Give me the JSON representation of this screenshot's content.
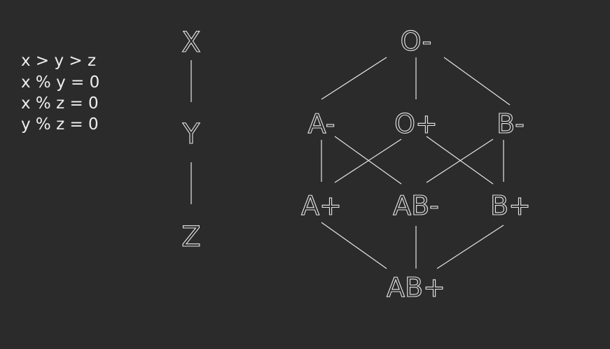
{
  "rules": [
    "x > y > z",
    "x % y = 0",
    "x % z = 0",
    "y % z = 0"
  ],
  "chain": {
    "nodes": [
      {
        "id": "X",
        "label": "X"
      },
      {
        "id": "Y",
        "label": "Y"
      },
      {
        "id": "Z",
        "label": "Z"
      }
    ],
    "edges": [
      [
        "X",
        "Y"
      ],
      [
        "Y",
        "Z"
      ]
    ]
  },
  "lattice": {
    "nodes": [
      {
        "id": "Ominus",
        "label": "O-"
      },
      {
        "id": "Aminus",
        "label": "A-"
      },
      {
        "id": "Oplus",
        "label": "O+"
      },
      {
        "id": "Bminus",
        "label": "B-"
      },
      {
        "id": "Aplus",
        "label": "A+"
      },
      {
        "id": "ABminus",
        "label": "AB-"
      },
      {
        "id": "Bplus",
        "label": "B+"
      },
      {
        "id": "ABplus",
        "label": "AB+"
      }
    ],
    "edges": [
      [
        "Ominus",
        "Aminus"
      ],
      [
        "Ominus",
        "Oplus"
      ],
      [
        "Ominus",
        "Bminus"
      ],
      [
        "Aminus",
        "Aplus"
      ],
      [
        "Aminus",
        "ABminus"
      ],
      [
        "Oplus",
        "Aplus"
      ],
      [
        "Oplus",
        "Bplus"
      ],
      [
        "Bminus",
        "ABminus"
      ],
      [
        "Bminus",
        "Bplus"
      ],
      [
        "Aplus",
        "ABplus"
      ],
      [
        "ABminus",
        "ABplus"
      ],
      [
        "Bplus",
        "ABplus"
      ]
    ]
  }
}
